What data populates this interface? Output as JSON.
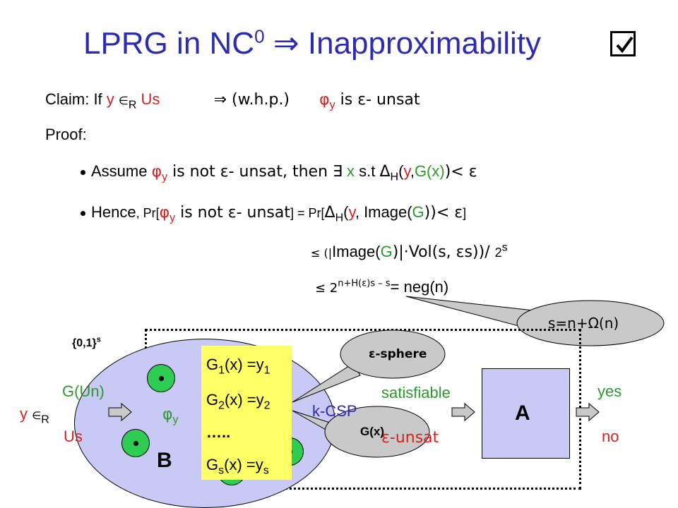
{
  "title": {
    "prefix": "LPRG in NC",
    "sup": "0",
    "arrow": "⇒",
    "suffix": "Inapproximability"
  },
  "claim": {
    "lead": "Claim: If ",
    "y": "y",
    "in": "∈",
    "in_sub": "R",
    "us": "Us",
    "implies": "⇒ (w.h.p.)",
    "phi": "φ",
    "phi_sub": "y",
    "rest": " is ε- unsat"
  },
  "proof": {
    "label": "Proof:"
  },
  "bullet1": {
    "text_a": "Assume ",
    "phi": "φ",
    "phi_sub": "y",
    "text_b": " is not ε- unsat, then ",
    "exists": "∃",
    "x": " x",
    "text_c": " s.t ",
    "delta": "Δ",
    "delta_sub": "H",
    "text_d": "(",
    "y": "y",
    "text_e": ",",
    "gx": "G(x)",
    "text_f": ")< ε"
  },
  "bullet2": {
    "hence": "Hence",
    "pr_a": ", Pr[",
    "phi": "φ",
    "phi_sub": "y",
    "text_b": " is not ε- unsat",
    "pr_b": "] = Pr[",
    "delta": "Δ",
    "delta_sub": "H",
    "text_c": "(",
    "y": "y",
    "text_d": ", Image(",
    "g": "G",
    "text_e": "))< ε",
    "pr_c": "]"
  },
  "ineq1": {
    "leq": "≤ (|",
    "text_a": "Image(",
    "g": "G",
    "text_b": ")|·Vol(s, εs))/ ",
    "base": "2",
    "exp": "s"
  },
  "ineq2": {
    "leq": "≤ 2",
    "exp": "n+H(ε)s – s",
    "tail": "= neg(n)"
  },
  "bubble_s": "s=n+Ω(n)",
  "set_label": {
    "text": "{0,1}",
    "sup": "s"
  },
  "g_un": "G(Un)",
  "y_in": {
    "y": "y",
    "in": "∈",
    "sub": "R"
  },
  "us": "Us",
  "phi_y": {
    "phi": "φ",
    "sub": "y"
  },
  "g_list": [
    {
      "g": "G",
      "i": "1",
      "mid": "(x) =y",
      "j": "1"
    },
    {
      "g": "G",
      "i": "2",
      "mid": "(x) =y",
      "j": "2"
    },
    {
      "dots": "….."
    },
    {
      "g": "G",
      "i": "s",
      "mid": "(x) =y",
      "j": "s"
    }
  ],
  "b_label": "B",
  "sphere_bubble": "ε-sphere",
  "gx_bubble": "G(x)",
  "kcsp": "k-CSP",
  "satisfiable": "satisfiable",
  "eps_unsat": "ε-unsat",
  "box_a": "A",
  "yes": "yes",
  "no": "no",
  "colors": {
    "title": "#2b2bb3",
    "red": "#d42020",
    "green": "#2b9a2b",
    "blue": "#2b2bb3",
    "lavender": "#c9c9f5",
    "yellow": "#ffff66",
    "dot_green": "#2ecc52"
  }
}
